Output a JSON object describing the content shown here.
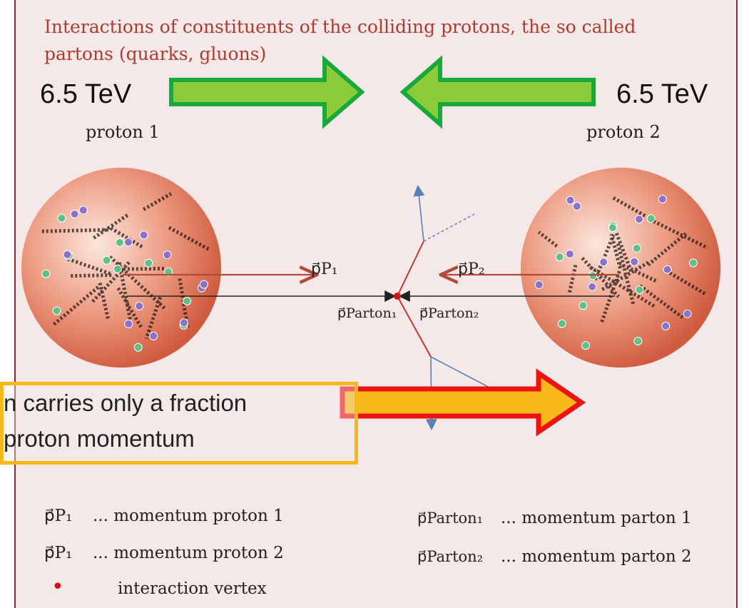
{
  "header": {
    "line1": "Interactions of constituents of the colliding protons, the so called",
    "line2": "partons (quarks, gluons)"
  },
  "energy_left": "6.5 TeV",
  "energy_right": "6.5 TeV",
  "proton1_label": "proton 1",
  "proton2_label": "proton 2",
  "labels": {
    "p_p1": "p⃗P₁",
    "p_p2": "p⃗P₂",
    "p_parton1": "p⃗Parton₁",
    "p_parton2": "p⃗Parton₂"
  },
  "callout": {
    "line1": "n carries only a fraction",
    "line2": "proton momentum"
  },
  "legend": {
    "items": [
      {
        "symbol": "p⃗P₁",
        "text": "... momentum proton 1"
      },
      {
        "symbol": "p⃗P₁",
        "text": "... momentum proton 2"
      },
      {
        "symbol": "•",
        "text": "interaction vertex"
      },
      {
        "symbol": "p⃗Parton₁",
        "text": "... momentum parton 1"
      },
      {
        "symbol": "p⃗Parton₂",
        "text": "... momentum parton 2"
      }
    ]
  },
  "colors": {
    "header_text": "#b03a2e",
    "green_fill": "#8ccc3a",
    "green_stroke": "#19a83c",
    "red_arrow_fill": "#f6b81a",
    "red_arrow_stroke": "#ee1111",
    "callout_border": "#f6b81a",
    "proton_fill": "#e07860",
    "vertex": "#d41414"
  }
}
